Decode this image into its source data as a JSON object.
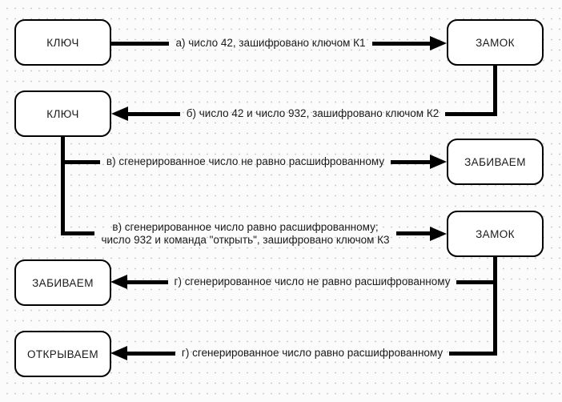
{
  "diagram": {
    "title": "key-lock rolling-code protocol diagram",
    "colors": {
      "line": "#000000",
      "node_border": "#000000",
      "node_fill": "#ffffff",
      "text": "#1a1a1a",
      "background": "#fbfbfb",
      "dot_grid": "#cccccc"
    },
    "nodes": {
      "key1": {
        "label": "КЛЮЧ"
      },
      "lock1": {
        "label": "ЗАМОК"
      },
      "key2": {
        "label": "КЛЮЧ"
      },
      "jam_right": {
        "label": "ЗАБИВАЕМ"
      },
      "lock2": {
        "label": "ЗАМОК"
      },
      "jam_left": {
        "label": "ЗАБИВАЕМ"
      },
      "open_left": {
        "label": "ОТКРЫВАЕМ"
      }
    },
    "edges": {
      "a": {
        "label": "а) число 42, зашифровано ключом К1",
        "direction": "right",
        "from": "КЛЮЧ",
        "to": "ЗАМОК"
      },
      "b": {
        "label": "б) число 42 и число 932, зашифровано ключом К2",
        "direction": "left",
        "from": "ЗАМОК",
        "to": "КЛЮЧ"
      },
      "v_fail": {
        "label": "в) сгенерированное число не равно расшифрованному",
        "direction": "right",
        "from": "КЛЮЧ",
        "to": "ЗАБИВАЕМ"
      },
      "v_ok": {
        "line1": "в) сгенерированное число равно расшифрованному;",
        "line2": "число 932 и команда \"открыть\", зашифровано ключом К3",
        "direction": "right",
        "from": "КЛЮЧ",
        "to": "ЗАМОК"
      },
      "g_fail": {
        "label": "г) сгенерированное число не равно расшифрованному",
        "direction": "left",
        "from": "ЗАМОК",
        "to": "ЗАБИВАЕМ"
      },
      "g_ok": {
        "label": "г) сгенерированное число равно расшифрованному",
        "direction": "left",
        "from": "ЗАМОК",
        "to": "ОТКРЫВАЕМ"
      }
    }
  }
}
